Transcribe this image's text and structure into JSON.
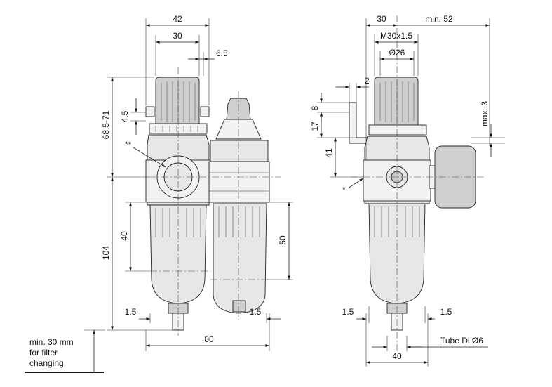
{
  "front_view": {
    "dim_width_top": "42",
    "dim_knob_width": "30",
    "dim_offset": "6.5",
    "dim_height_top": "68.5-71",
    "dim_bracket": "4.5",
    "marker_double": "**",
    "dim_height_bottom": "104",
    "dim_bowl_left": "40",
    "dim_bowl_right": "50",
    "dim_gap_left": "1.5",
    "dim_gap_right": "1.5",
    "dim_total_width": "80"
  },
  "note": {
    "line1": "min. 30 mm",
    "line2": "for filter",
    "line3": "changing"
  },
  "side_view": {
    "dim_half_width": "30",
    "dim_min_depth": "min. 52",
    "dim_thread": "M30x1.5",
    "dim_diameter": "Ø26",
    "dim_two": "2",
    "dim_eight": "8",
    "dim_seventeen": "17",
    "dim_max_three": "max. 3",
    "dim_forty_one": "41",
    "marker_single": "*",
    "dim_gap_left": "1.5",
    "dim_gap_right": "1.5",
    "tube_label": "Tube Di Ø6",
    "dim_bottom_width": "40"
  }
}
